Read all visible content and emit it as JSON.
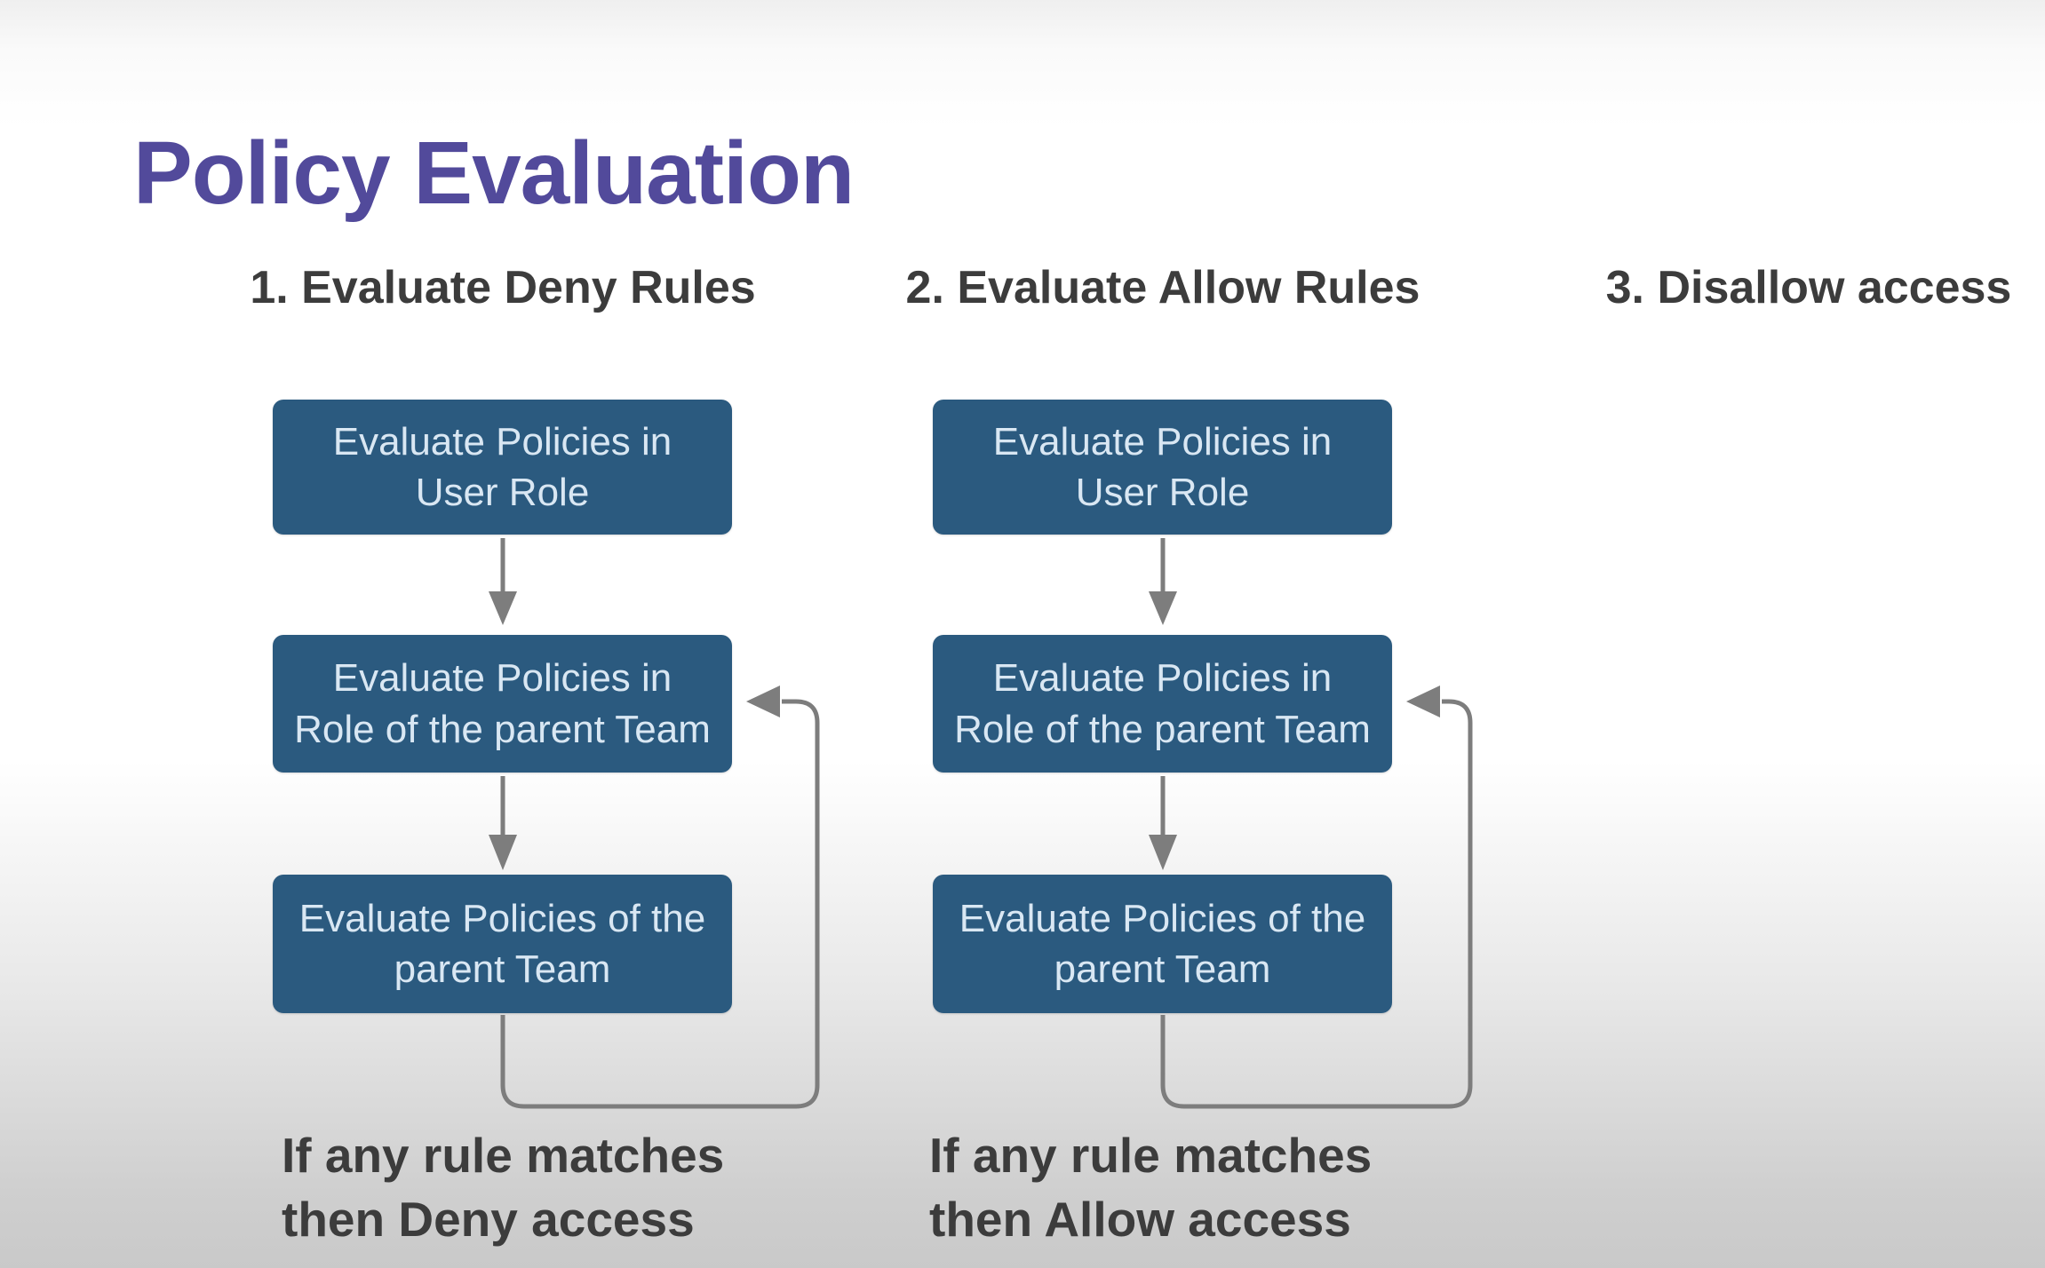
{
  "title": "Policy Evaluation",
  "colors": {
    "title": "#524a9b",
    "heading_text": "#3c3c3c",
    "box_fill": "#2b5a7f",
    "box_text": "#d9e7f3",
    "connector": "#7d7d7d"
  },
  "icons": {
    "flow_arrow": "arrow-down-icon",
    "loop_arrow": "loop-return-arrow-icon"
  },
  "columns": [
    {
      "header": "1. Evaluate Deny Rules",
      "boxes": [
        {
          "line1": "Evaluate Policies in",
          "line2": "User Role"
        },
        {
          "line1": "Evaluate Policies in",
          "line2": "Role of the parent Team"
        },
        {
          "line1": "Evaluate Policies of the",
          "line2": "parent Team"
        }
      ],
      "note": {
        "line1": "If any rule matches",
        "line2": "then Deny access"
      }
    },
    {
      "header": "2. Evaluate Allow Rules",
      "boxes": [
        {
          "line1": "Evaluate Policies in",
          "line2": "User Role"
        },
        {
          "line1": "Evaluate Policies in",
          "line2": "Role of the parent Team"
        },
        {
          "line1": "Evaluate Policies of the",
          "line2": "parent Team"
        }
      ],
      "note": {
        "line1": "If any rule matches",
        "line2": "then Allow access"
      }
    },
    {
      "header": "3. Disallow access"
    }
  ]
}
